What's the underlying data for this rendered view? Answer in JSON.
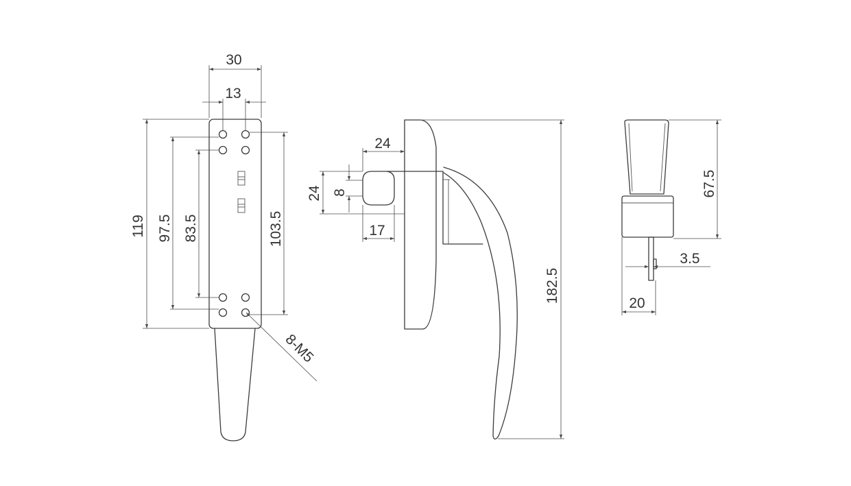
{
  "dimensions": {
    "plate_width": "30",
    "hole_spacing": "13",
    "plate_height": "119",
    "outer_hole_pitch": "97.5",
    "inner_hole_pitch": "83.5",
    "right_hole_pitch": "103.5",
    "screw_callout": "8-M5",
    "boss_length": "24",
    "boss_height": "24",
    "slot_width": "8",
    "slot_length": "17",
    "handle_length": "182.5",
    "side_height": "67.5",
    "spindle_thickness": "3.5",
    "side_base_width": "20"
  }
}
